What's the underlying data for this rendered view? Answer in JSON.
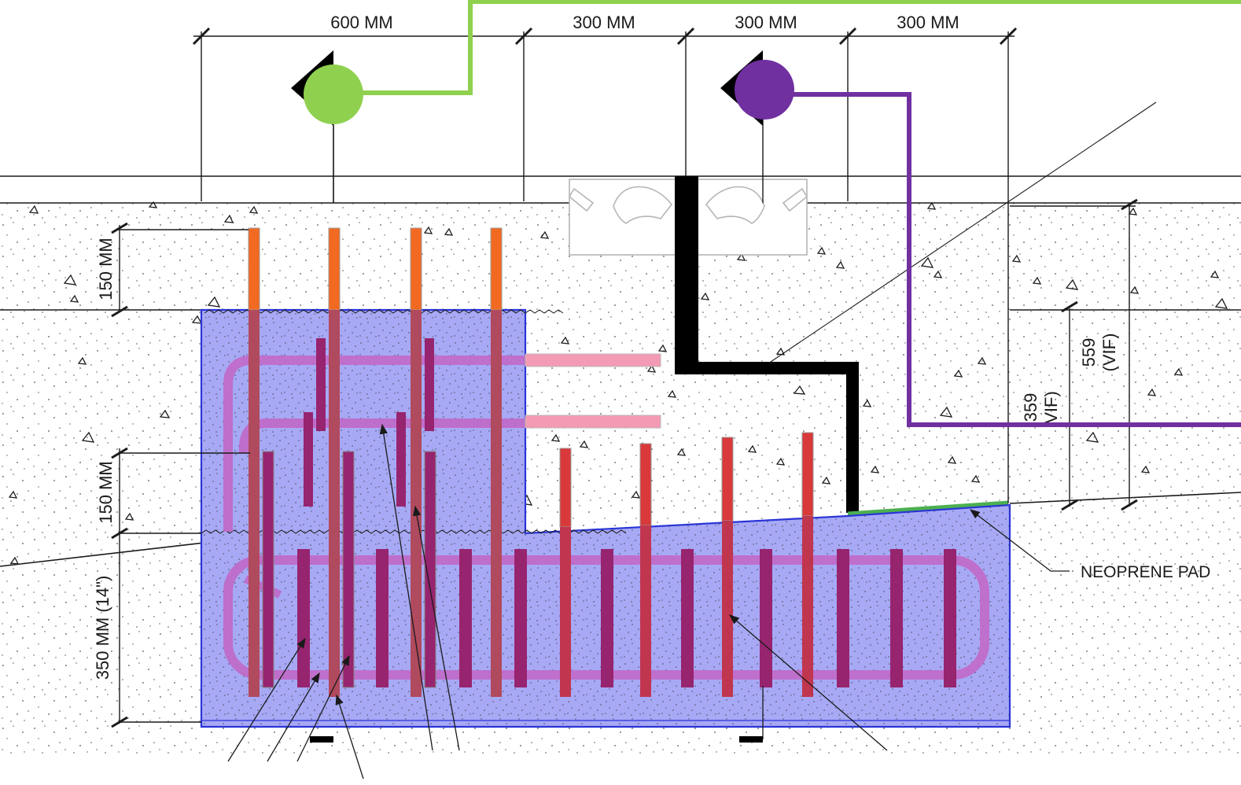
{
  "dimensions": {
    "top": [
      "600 MM",
      "300 MM",
      "300 MM",
      "300 MM"
    ],
    "left_upper": "150 MM",
    "left_middle": "150 MM",
    "left_lower": "350 MM (14\")",
    "right_outer": "559\n(VIF)",
    "right_inner": "359\nVIF)"
  },
  "callouts": {
    "neoprene_pad": "NEOPRENE PAD"
  },
  "colors": {
    "line": "#1a1a1a",
    "concrete_patch": "#a7a9f5",
    "patch_border": "#2a35d8",
    "dowel_orange": "#f26a21",
    "dowel_red": "#d9393a",
    "rebar_stirrup": "#c06bc9",
    "rebar_bar": "#97246f",
    "pink_bar": "#f39ab5",
    "joint_black": "#000000",
    "neoprene_green": "#4caf50",
    "marker_green": "#8fd14f",
    "marker_purple": "#7030a0"
  },
  "markers": [
    {
      "name": "section-marker-green",
      "color_key": "marker_green"
    },
    {
      "name": "section-marker-purple",
      "color_key": "marker_purple"
    }
  ]
}
